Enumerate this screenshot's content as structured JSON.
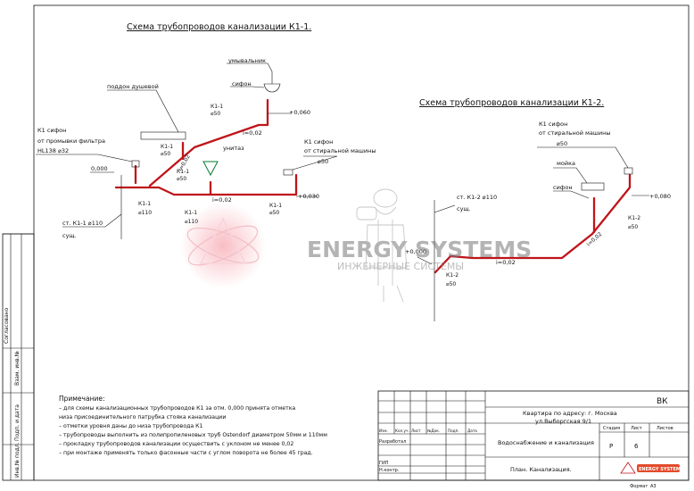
{
  "diagram1": {
    "title": "Схема трубопроводов канализации К1-1.",
    "labels": {
      "urinal": "умывальник",
      "siphon": "сифон",
      "shower_tray": "поддон душевой",
      "k1_siphon_filter_1": "К1  сифон",
      "k1_siphon_filter_2": "от промывки фильтра",
      "k1_siphon_filter_3": "HL138  ⌀32",
      "elev_0000": "0,000",
      "k11_d50_a_1": "К1-1",
      "k11_d50_a_2": "⌀50",
      "elev_0060": "+0,060",
      "slope_002_top": "i=0,02",
      "toilet": "унитаз",
      "k1_siphon_wash_1": "К1  сифон",
      "k1_siphon_wash_2": "от стиральной машины",
      "k1_siphon_wash_3": "⌀50",
      "k11_d50_b_1": "К1-1",
      "k11_d50_b_2": "⌀50",
      "k11_d50_c_1": "К1-1",
      "k11_d50_c_2": "⌀50",
      "slope_002_diag": "i=0,02",
      "slope_002_mid": "i=0,02",
      "elev_0030": "+0,030",
      "k11_d110_a_1": "К1-1",
      "k11_d110_a_2": "⌀110",
      "k11_d110_b_1": "К1-1",
      "k11_d110_b_2": "⌀110",
      "riser_1": "ст. К1-1  ⌀110",
      "riser_2": "сущ.",
      "k11_d50_d_1": "К1-1",
      "k11_d50_d_2": "⌀50"
    }
  },
  "diagram2": {
    "title": "Схема трубопроводов канализации К1-2.",
    "labels": {
      "k1_siphon_wash_1": "К1  сифон",
      "k1_siphon_wash_2": "от стиральной машины",
      "k1_siphon_wash_3": "⌀50",
      "sink": "мойка",
      "siphon": "сифон",
      "elev_0080": "+0,080",
      "riser_1": "ст. К1-2  ⌀110",
      "riser_2": "сущ.",
      "k12_d50_a_1": "К1-2",
      "k12_d50_a_2": "⌀50",
      "slope_diag": "i=0,02",
      "elev_0000": "+0,000",
      "slope_bottom": "i=0,02",
      "k12_d50_b_1": "К1-2",
      "k12_d50_b_2": "⌀50"
    }
  },
  "watermark": {
    "line1": "ENERGY SYSTEMS",
    "line2": "ИНЖЕНЕРНЫЕ СИСТЕМЫ"
  },
  "notes": {
    "heading": "Примечание:",
    "items": [
      "– для схемы канализационных трубопроводов К1 за отм. 0,000 принята отметка",
      "  низа присоединительного патрубка стояка канализации",
      "– отметки уровня даны до низа трубопровода К1",
      "– трубопроводы выполнить из полипропиленовых труб Ostendorf диаметром 50мм и 110мм",
      "– прокладку трубопроводов канализации осуществить с уклоном не менее 0,02",
      "– при монтаже применять только фасонные части с углом поворота не более 45 град."
    ]
  },
  "side_stamp": {
    "agreed": "Согласовано",
    "inv_repl": "Взам. инв.№",
    "sign_date": "Подп. и дата",
    "inv_orig": "Инв.№ подл."
  },
  "title_block": {
    "code": "ВК",
    "object_1": "Квартира по адресу:  г. Москва",
    "object_2": "ул.Выборгская 9/1",
    "system": "Водоснабжение и канализация",
    "sheet_title": "План. Канализация.",
    "cols": [
      "Изм.",
      "Кол.уч.",
      "Лист",
      "№Док.",
      "Подп.",
      "Дата"
    ],
    "roles": [
      "Разработал",
      "",
      "ГИП",
      "Н.контр."
    ],
    "stage_label": "Стадия",
    "sheet_label": "Лист",
    "sheets_label": "Листов",
    "stage": "Р",
    "sheet": "6",
    "sheets": "",
    "logo_text": "ENERGY SYSTEMS",
    "format_label": "Формат",
    "format": "А3"
  }
}
